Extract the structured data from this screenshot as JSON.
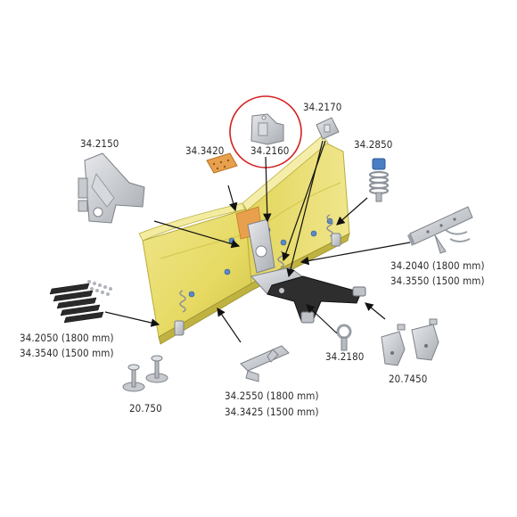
{
  "colors": {
    "blade_yellow": "#e8dd6a",
    "blade_shadow": "#c9bd45",
    "frame_black": "#2b2b2b",
    "metal_gray": "#c8cbcf",
    "spring_blue": "#4a7fc4",
    "callout_red": "#d42020",
    "orange_plate": "#e89a45"
  },
  "labels": {
    "p2170": "34.2170",
    "p3420": "34.3420",
    "p2160": "34.2160",
    "p2150": "34.2150",
    "p2850": "34.2850",
    "p2040a": "34.2040 (1800 mm)",
    "p2040b": "34.3550 (1500 mm)",
    "p2050a": "34.2050 (1800 mm)",
    "p2050b": "34.3540 (1500 mm)",
    "p2180": "34.2180",
    "p7450": "20.7450",
    "p750": "20.750",
    "p2550a": "34.2550 (1800 mm)",
    "p2550b": "34.3425 (1500 mm)"
  }
}
